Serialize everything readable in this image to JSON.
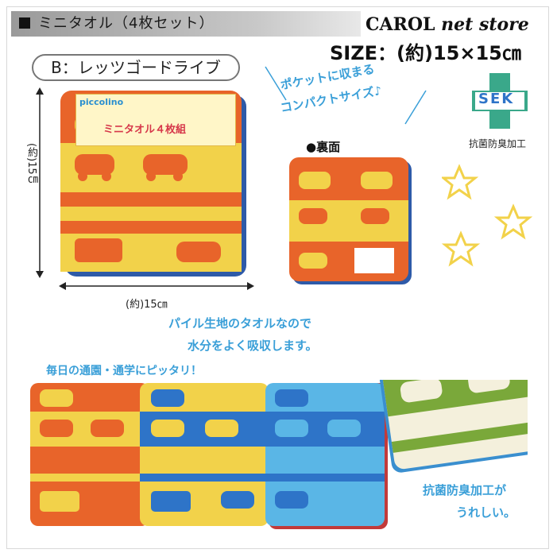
{
  "header": {
    "title": "ミニタオル（4枚セット）",
    "store_name": "CAROL",
    "store_suffix": "net store",
    "size": "SIZE：(約)15×15㎝"
  },
  "product": {
    "variant_label": "B：レッツゴードライブ",
    "package_brand": "piccolino",
    "package_title": "ミニタオル４枚組",
    "back_label": "●裏面",
    "dim_vertical": "(約)15㎝",
    "dim_horizontal": "(約)15㎝"
  },
  "notes": {
    "pocket_line1": "ポケットに収まる",
    "pocket_line2": "コンパクトサイズ♪",
    "pile_line1": "パイル生地のタオルなので",
    "pile_line2": "水分をよく吸収します。",
    "daily": "毎日の通園・通学にピッタリ！",
    "antibac_line1": "抗菌防臭加工が",
    "antibac_line2": "うれしい。"
  },
  "sek": {
    "logo_text": "SEK",
    "caption": "抗菌防臭加工"
  },
  "colors": {
    "orange": "#e8642a",
    "yellow": "#f2d24a",
    "blue": "#2e74c8",
    "light_blue": "#5ab6e6",
    "green": "#7aa83a",
    "cream": "#f4f0dc",
    "accent_text": "#3a9fd8"
  }
}
